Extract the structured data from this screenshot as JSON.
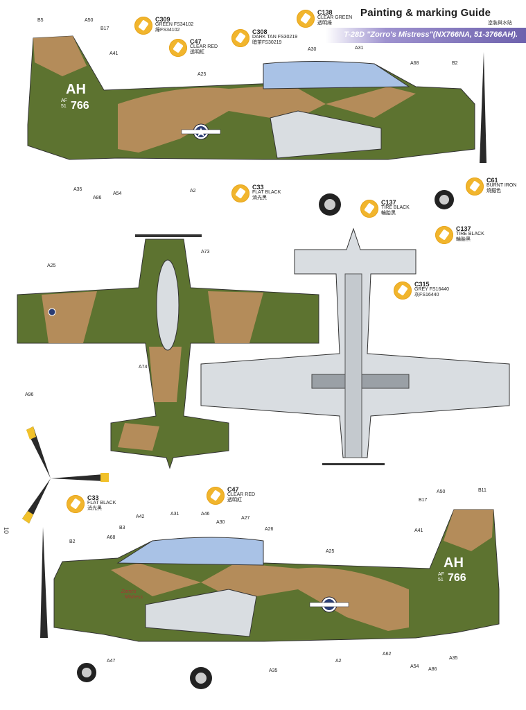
{
  "header": {
    "title": "Painting & marking Guide",
    "title_cn": "塗裝與水貼",
    "banner": "T-28D \"Zorro's Mistress\"(NX766NA, 51-3766AH)."
  },
  "page_number": "10",
  "tail_codes": {
    "letters": "AH",
    "af": "AF",
    "yr": "51",
    "number": "766"
  },
  "nose_art": {
    "line1": "Zorro's",
    "line2": "Mistress"
  },
  "colors": {
    "green": "#5d7330",
    "tan": "#b48c5a",
    "grey": "#d9dde1",
    "canopy": "#a9c2e6",
    "chip": "#f1b52d",
    "banner": "#7d71bb"
  },
  "paint_chips": [
    {
      "id": "green",
      "code": "C309",
      "line1": "GREEN FS34102",
      "line2": "綠FS34102"
    },
    {
      "id": "clear-green",
      "code": "C138",
      "line1": "CLEAR GREEN",
      "line2": "透明綠"
    },
    {
      "id": "clear-red-top",
      "code": "C47",
      "line1": "CLEAR RED",
      "line2": "透明紅"
    },
    {
      "id": "dark-tan",
      "code": "C308",
      "line1": "DARK TAN FS30219",
      "line2": "暗茶FS30219"
    },
    {
      "id": "flat-black-top",
      "code": "C33",
      "line1": "FLAT BLACK",
      "line2": "消光黑"
    },
    {
      "id": "burnt-iron",
      "code": "C61",
      "line1": "BURNT IRON",
      "line2": "燒鐵色"
    },
    {
      "id": "tire-black-1",
      "code": "C137",
      "line1": "TIRE BLACK",
      "line2": "輪胎黑"
    },
    {
      "id": "tire-black-2",
      "code": "C137",
      "line1": "TIRE BLACK",
      "line2": "輪胎黑"
    },
    {
      "id": "grey",
      "code": "C315",
      "line1": "GREY FS16440",
      "line2": "灰FS16440"
    },
    {
      "id": "flat-black-prop",
      "code": "C33",
      "line1": "FLAT BLACK",
      "line2": "消光黑"
    },
    {
      "id": "clear-red-bottom",
      "code": "C47",
      "line1": "CLEAR RED",
      "line2": "透明紅"
    }
  ],
  "callouts_top": [
    "B5",
    "A50",
    "B17",
    "A41",
    "A25",
    "A30",
    "A31",
    "A68",
    "B2",
    "A35",
    "A86",
    "A54",
    "A2"
  ],
  "callouts_mid": [
    "A25",
    "A73",
    "A74"
  ],
  "callouts_bottom": [
    "A96",
    "B2",
    "A68",
    "B3",
    "A42",
    "A31",
    "A46",
    "A30",
    "A27",
    "A26",
    "A25",
    "B17",
    "A50",
    "B11",
    "A41",
    "A47",
    "A35",
    "A2",
    "A62",
    "A54",
    "A86",
    "A35"
  ]
}
